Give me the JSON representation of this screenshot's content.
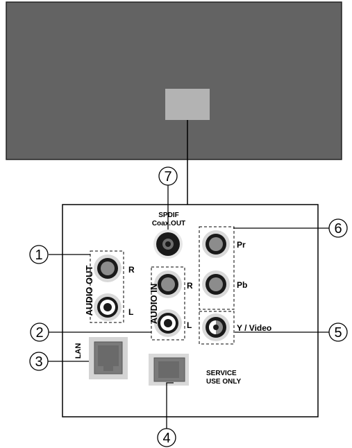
{
  "panel": {
    "spdif_line1": "SPDIF",
    "spdif_line2": "Coax.OUT",
    "audio_out": "AUDIO OUT",
    "audio_in": "AUDIO IN",
    "lan": "LAN",
    "service_line1": "SERVICE",
    "service_line2": "USE ONLY",
    "channel_r": "R",
    "channel_l": "L",
    "pr": "Pr",
    "pb": "Pb",
    "y_video": "Y  /  Video"
  },
  "callouts": [
    "1",
    "2",
    "3",
    "4",
    "5",
    "6",
    "7"
  ],
  "colors": {
    "tv_body": "#636363",
    "tv_window": "#b3b3b3",
    "jack_ring": "#d9d9d9",
    "jack_gray": "#8c8c8c",
    "lan_port": "#7a7a7a"
  }
}
